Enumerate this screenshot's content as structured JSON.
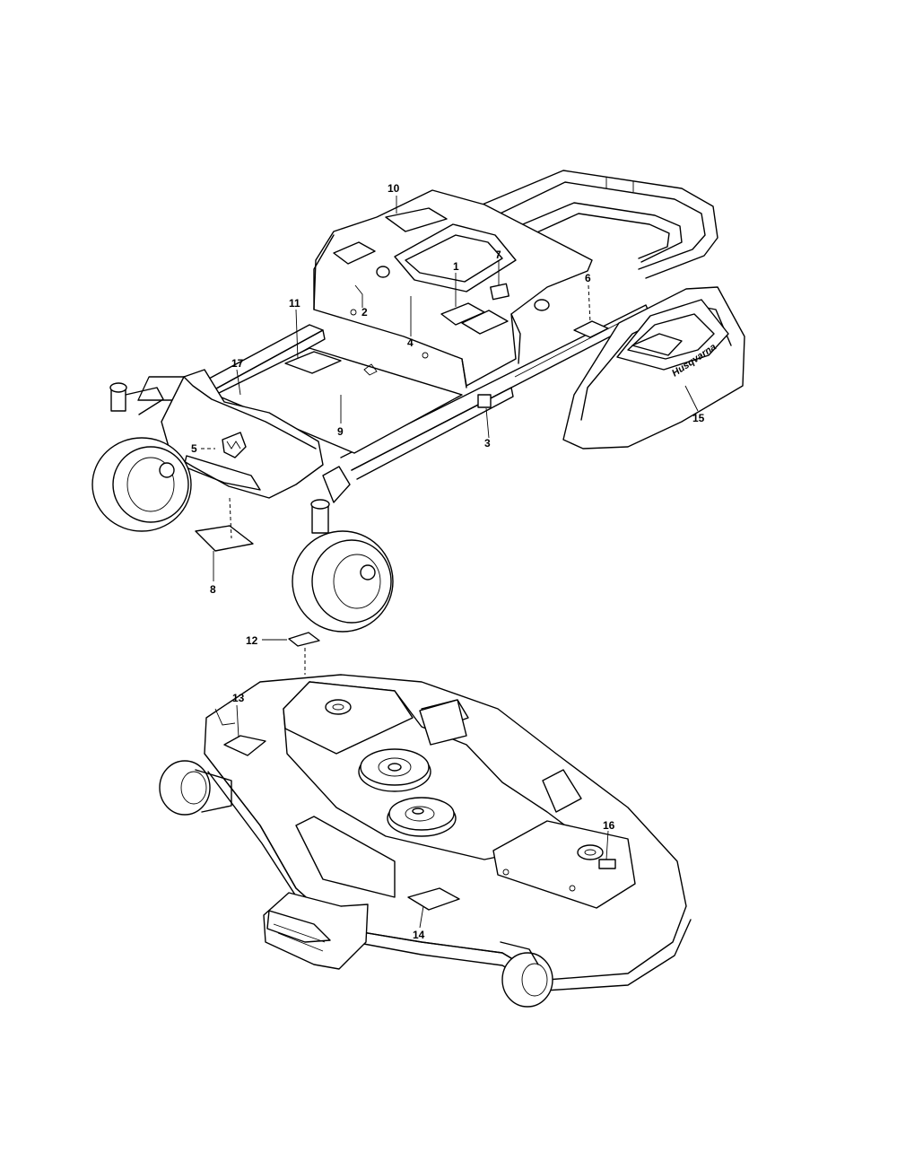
{
  "callouts": [
    {
      "id": "c1",
      "label": "1"
    },
    {
      "id": "c2",
      "label": "2"
    },
    {
      "id": "c3",
      "label": "3"
    },
    {
      "id": "c4",
      "label": "4"
    },
    {
      "id": "c5",
      "label": "5"
    },
    {
      "id": "c6",
      "label": "6"
    },
    {
      "id": "c7",
      "label": "7"
    },
    {
      "id": "c8",
      "label": "8"
    },
    {
      "id": "c9",
      "label": "9"
    },
    {
      "id": "c10",
      "label": "10"
    },
    {
      "id": "c11",
      "label": "11"
    },
    {
      "id": "c12",
      "label": "12"
    },
    {
      "id": "c13",
      "label": "13"
    },
    {
      "id": "c14",
      "label": "14"
    },
    {
      "id": "c15",
      "label": "15"
    },
    {
      "id": "c16",
      "label": "16"
    },
    {
      "id": "c17",
      "label": "17"
    }
  ],
  "brand_logo_text": "Husqvarna",
  "colors": {
    "ink": "#000000",
    "paper": "#ffffff"
  }
}
